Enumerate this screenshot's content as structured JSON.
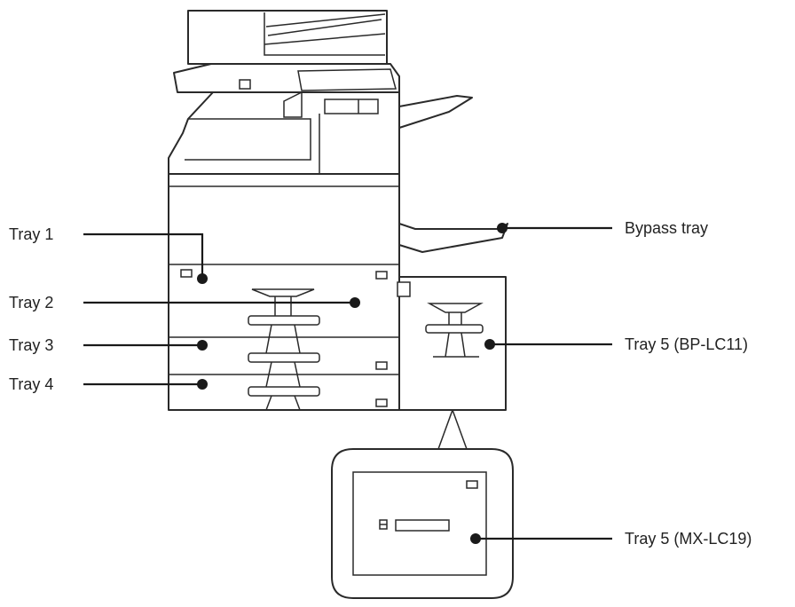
{
  "labels": {
    "tray1": "Tray 1",
    "tray2": "Tray 2",
    "tray3": "Tray 3",
    "tray4": "Tray 4",
    "bypass": "Bypass tray",
    "tray5_lc11": "Tray 5 (BP-LC11)",
    "tray5_lc19": "Tray 5 (MX-LC19)"
  },
  "colors": {
    "outline": "#2a2a2a",
    "leader": "#1a1a1a",
    "text": "#222222"
  }
}
